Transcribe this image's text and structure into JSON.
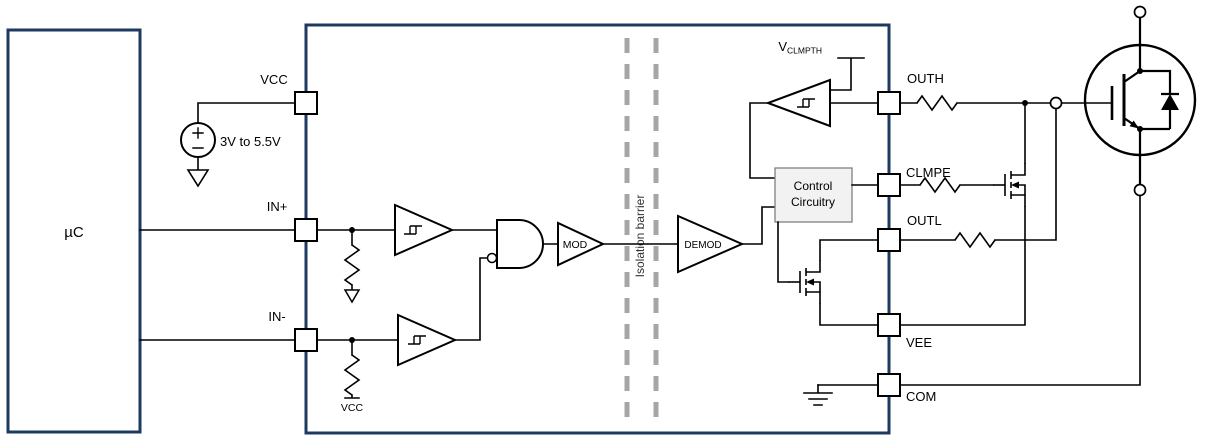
{
  "diagram": {
    "uc_label": "µC",
    "supply_label": "3V to 5.5V",
    "pull_up_label": "VCC",
    "vclmpth": {
      "main": "V",
      "sub": "CLMPTH"
    },
    "pins": {
      "vcc": "VCC",
      "in_plus": "IN+",
      "in_minus": "IN-",
      "outh": "OUTH",
      "clmpe": "CLMPE",
      "outl": "OUTL",
      "vee": "VEE",
      "com": "COM"
    },
    "blocks": {
      "mod": "MOD",
      "demod": "DEMOD",
      "control_line1": "Control",
      "control_line2": "Circuitry",
      "isolation_barrier": "Isolation barrier"
    },
    "colors": {
      "outline": "#1e3a5f",
      "wire": "#000000",
      "barrier_dash": "#a6a6a6",
      "control_fill": "#f2f2f2"
    }
  }
}
